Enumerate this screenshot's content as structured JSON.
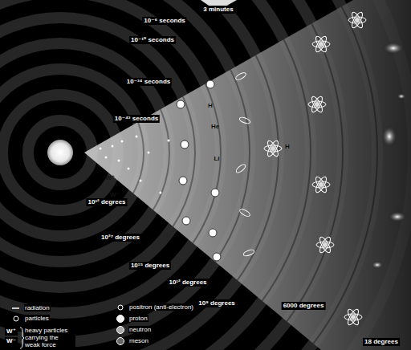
{
  "diagram": {
    "labels": [
      "3 minutes",
      "10⁻⁶ seconds",
      "10⁻¹⁰ seconds",
      "10⁻³⁴ seconds",
      "10⁻⁴³ seconds",
      "W⁺",
      "W⁻",
      "He",
      "H",
      "Li",
      "H",
      "10³² degrees",
      "10²⁷ degrees",
      "10¹⁵ degrees",
      "10¹² degrees",
      "10⁹ degrees",
      "6000 degrees",
      "18 degrees",
      "W⁺",
      "W⁻"
    ],
    "legend": [
      {
        "text": "radiation"
      },
      {
        "text": "particles"
      },
      {
        "text": "heavy particles carrying the weak force"
      },
      {
        "text": "positron (anti-electron)"
      },
      {
        "text": "proton"
      },
      {
        "text": "neutron"
      },
      {
        "text": "meson"
      }
    ]
  }
}
